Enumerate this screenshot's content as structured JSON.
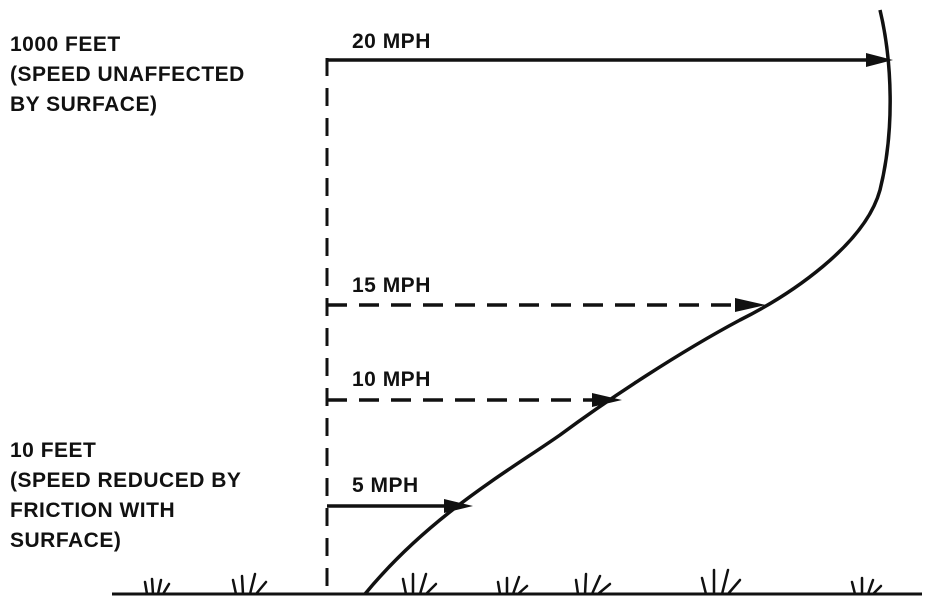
{
  "labels": {
    "top": [
      "1000 FEET",
      "(SPEED UNAFFECTED",
      "BY SURFACE)"
    ],
    "bottom": [
      "10 FEET",
      "(SPEED REDUCED BY",
      "FRICTION WITH",
      "SURFACE)"
    ]
  },
  "speeds": {
    "mph20": "20 MPH",
    "mph15": "15 MPH",
    "mph10": "10 MPH",
    "mph5": "5 MPH"
  }
}
